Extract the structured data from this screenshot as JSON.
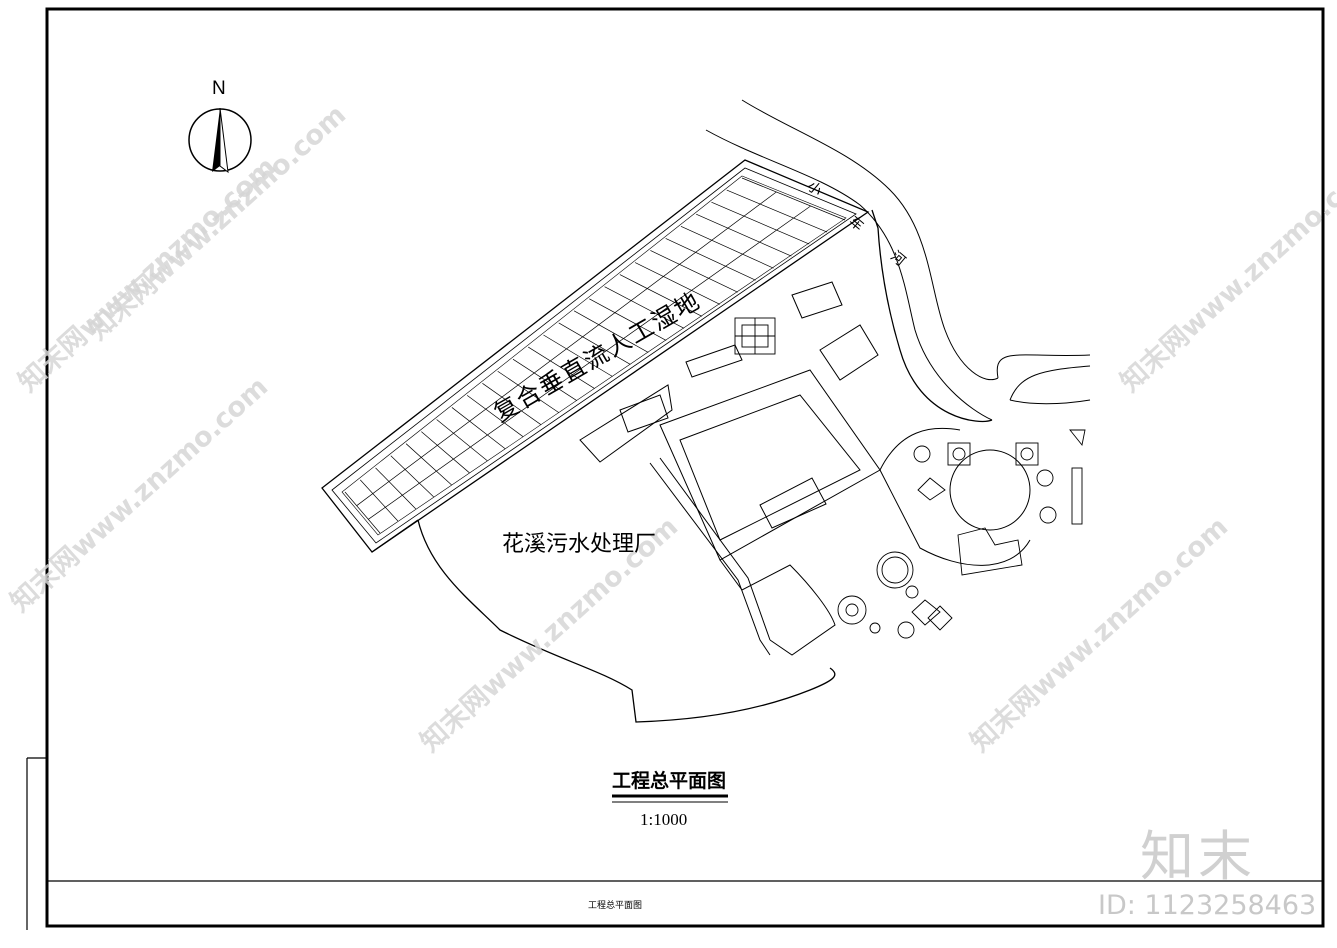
{
  "drawing": {
    "north_label": "N",
    "wetland_label": "复合垂直流人工湿地",
    "plant_label": "花溪污水处理厂",
    "river_label": "小 车 河",
    "title": "工程总平面图",
    "scale": "1:1000",
    "titleblock_text": "工程总平面图"
  },
  "branding": {
    "logo_text": "知末",
    "id_text": "ID: 1123258463",
    "watermark_text": "知末网www.znzmo.com"
  }
}
